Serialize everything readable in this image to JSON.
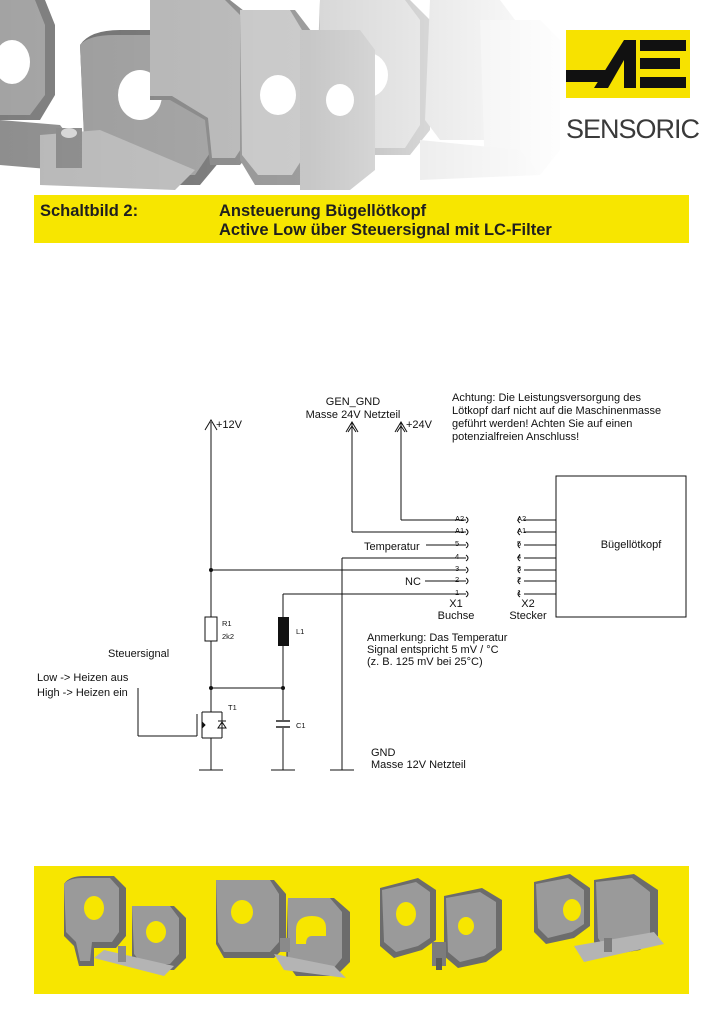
{
  "brand": {
    "name": "SENSORIC",
    "logo_letters": "AE",
    "accent_color": "#f7e600"
  },
  "title": {
    "label": "Schaltbild 2:",
    "line1": "Ansteuerung Bügellötkopf",
    "line2": "Active Low über Steuersignal mit LC-Filter"
  },
  "schematic": {
    "supply_12v": "+12V",
    "supply_24v": "+24V",
    "gen_gnd": "GEN_GND",
    "gen_gnd_desc": "Masse 24V Netzteil",
    "warning": [
      "Achtung: Die Leistungsversorgung des",
      "Lötkopf darf nicht auf die Maschinenmasse",
      "geführt werden! Achten Sie auf einen",
      "potenzialfreien Anschluss!"
    ],
    "pins": [
      "A2",
      "A1",
      "5",
      "4",
      "3",
      "2",
      "1"
    ],
    "temperature_label": "Temperatur",
    "nc_label": "NC",
    "x1": "X1",
    "x1_desc": "Buchse",
    "x2": "X2",
    "x2_desc": "Stecker",
    "head": "Bügellötkopf",
    "r1": "R1",
    "r1_value": "2k2",
    "l1": "L1",
    "c1": "C1",
    "t1": "T1",
    "steuersignal": "Steuersignal",
    "low_state": "Low -> Heizen aus",
    "high_state": "High -> Heizen ein",
    "note": [
      "Anmerkung: Das Temperatur",
      "Signal entspricht 5 mV / °C",
      "(z. B. 125 mV bei 25°C)"
    ],
    "gnd": "GND",
    "gnd_desc": "Masse 12V Netzteil"
  }
}
